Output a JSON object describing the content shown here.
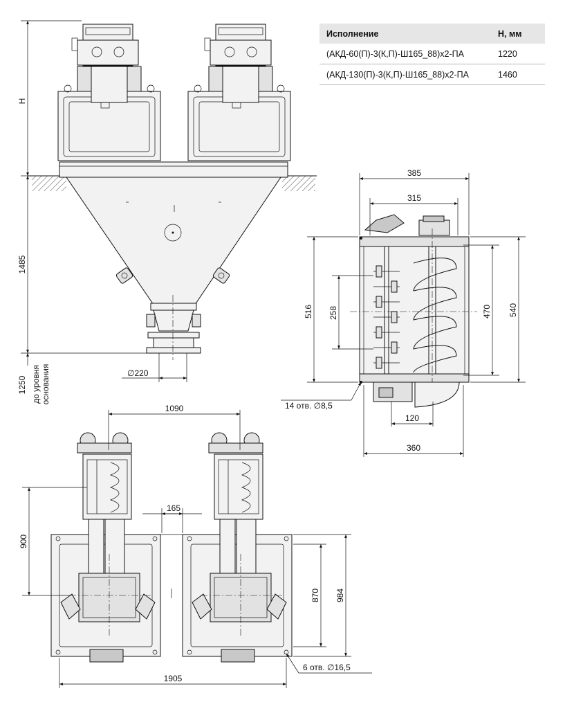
{
  "table": {
    "header": {
      "col1": "Исполнение",
      "col2": "Н, мм"
    },
    "rows": [
      {
        "name": "(АКД-60(П)-3(К,П)-Ш165_88)х2-ПА",
        "h": "1220"
      },
      {
        "name": "(АКД-130(П)-3(К,П)-Ш165_88)х2-ПА",
        "h": "1460"
      }
    ]
  },
  "front_view": {
    "dim_h": "Н",
    "dim_1485": "1485",
    "dim_1250": "1250",
    "dim_1250_note_1": "до уровня",
    "dim_1250_note_2": "основания",
    "dim_220": "∅220"
  },
  "side_view": {
    "dim_385": "385",
    "dim_315": "315",
    "dim_516": "516",
    "dim_258": "258",
    "dim_470": "470",
    "dim_540": "540",
    "holes": "14 отв. ∅8,5",
    "dim_120": "120",
    "dim_360": "360"
  },
  "plan_view": {
    "dim_1090": "1090",
    "dim_165": "165",
    "dim_900": "900",
    "dim_870": "870",
    "dim_984": "984",
    "holes": "6 отв. ∅16,5",
    "dim_1905": "1905"
  }
}
